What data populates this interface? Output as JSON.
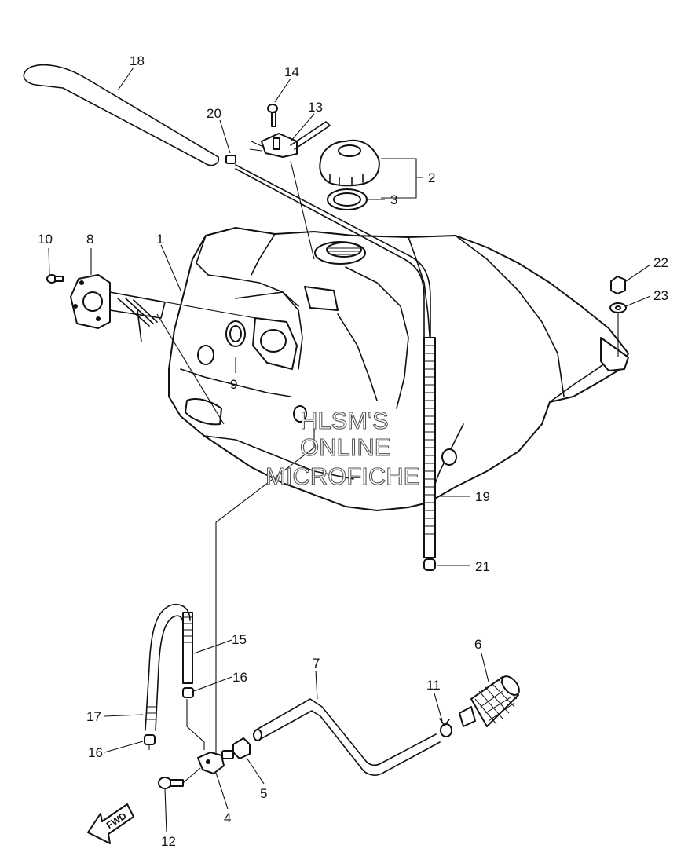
{
  "watermark": {
    "line1": "HLSM'S",
    "line2": "ONLINE",
    "line3": "MICROFICHE"
  },
  "direction_label": "FWD",
  "callouts": {
    "c1": "1",
    "c2": "2",
    "c3": "3",
    "c4": "4",
    "c5": "5",
    "c6": "6",
    "c7": "7",
    "c8": "8",
    "c9": "9",
    "c10": "10",
    "c11": "11",
    "c12": "12",
    "c13": "13",
    "c14": "14",
    "c15": "15",
    "c16a": "16",
    "c16b": "16",
    "c17": "17",
    "c18": "18",
    "c19": "19",
    "c20": "20",
    "c21": "21",
    "c22": "22",
    "c23": "23"
  }
}
